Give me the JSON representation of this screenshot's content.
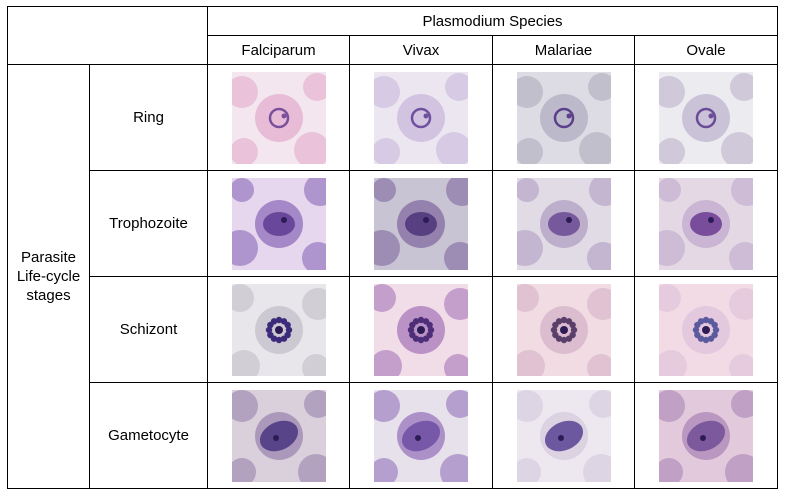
{
  "table": {
    "header_title": "Plasmodium Species",
    "species": [
      "Falciparum",
      "Vivax",
      "Malariae",
      "Ovale"
    ],
    "row_group_label": "Parasite\nLife-cycle\nstages",
    "stages": [
      "Ring",
      "Trophozoite",
      "Schizont",
      "Gametocyte"
    ]
  },
  "images": [
    [
      {
        "icon": "ring-falciparum-micrograph",
        "bg": "#f3e6ef",
        "rbc": "#e7b7d3",
        "parasite": "#7a4f9c"
      },
      {
        "icon": "ring-vivax-micrograph",
        "bg": "#ece6f1",
        "rbc": "#cfc0df",
        "parasite": "#6e4fa0"
      },
      {
        "icon": "ring-malariae-micrograph",
        "bg": "#dddce4",
        "rbc": "#b8b6c6",
        "parasite": "#5b3f8a"
      },
      {
        "icon": "ring-ovale-micrograph",
        "bg": "#ecebf0",
        "rbc": "#c6bed3",
        "parasite": "#6a4b98"
      }
    ],
    [
      {
        "icon": "trophozoite-falciparum-micrograph",
        "bg": "#e6d6ee",
        "rbc": "#9c7fc2",
        "parasite": "#5f3c92"
      },
      {
        "icon": "trophozoite-vivax-micrograph",
        "bg": "#c9c4d3",
        "rbc": "#8e7aa9",
        "parasite": "#4d3479"
      },
      {
        "icon": "trophozoite-malariae-micrograph",
        "bg": "#e1dbe6",
        "rbc": "#b9a8c9",
        "parasite": "#6a4a93"
      },
      {
        "icon": "trophozoite-ovale-micrograph",
        "bg": "#e3d8e3",
        "rbc": "#c7b3d1",
        "parasite": "#6b3a92"
      }
    ],
    [
      {
        "icon": "schizont-falciparum-micrograph",
        "bg": "#e8e6ea",
        "rbc": "#c9c5cf",
        "parasite": "#3c2a7a"
      },
      {
        "icon": "schizont-vivax-micrograph",
        "bg": "#f0dde8",
        "rbc": "#b58ac1",
        "parasite": "#4e2e78"
      },
      {
        "icon": "schizont-malariae-micrograph",
        "bg": "#f2dce3",
        "rbc": "#d9b9cd",
        "parasite": "#5a3f6b"
      },
      {
        "icon": "schizont-ovale-micrograph",
        "bg": "#f3dbe6",
        "rbc": "#e2c5dc",
        "parasite": "#5b5a9e"
      }
    ],
    [
      {
        "icon": "gametocyte-falciparum-micrograph",
        "bg": "#d9d0dc",
        "rbc": "#a691b7",
        "parasite": "#43307c"
      },
      {
        "icon": "gametocyte-vivax-micrograph",
        "bg": "#e7e1ec",
        "rbc": "#a488c4",
        "parasite": "#6a4aa0"
      },
      {
        "icon": "gametocyte-malariae-micrograph",
        "bg": "#ede8f0",
        "rbc": "#d8cfe0",
        "parasite": "#4f3a8e"
      },
      {
        "icon": "gametocyte-ovale-micrograph",
        "bg": "#e3c9dc",
        "rbc": "#b591bd",
        "parasite": "#6b4a92"
      }
    ]
  ]
}
